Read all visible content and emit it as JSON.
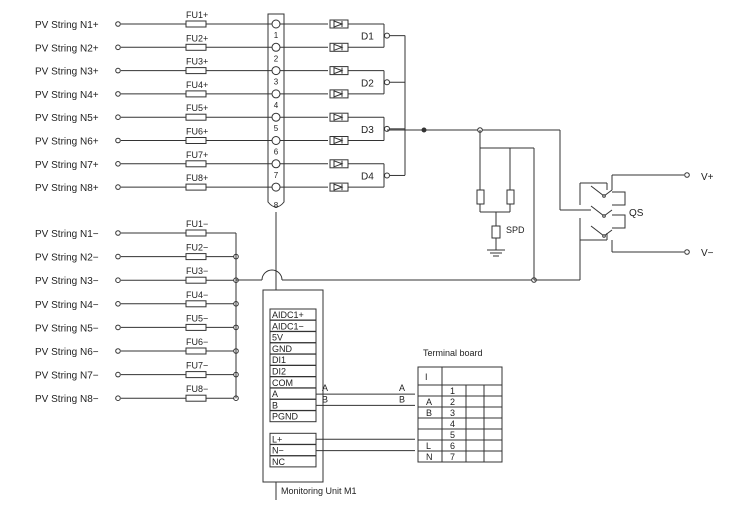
{
  "positive_inputs": [
    {
      "string": "PV String N1+",
      "fuse": "FU1+"
    },
    {
      "string": "PV String N2+",
      "fuse": "FU2+"
    },
    {
      "string": "PV String N3+",
      "fuse": "FU3+"
    },
    {
      "string": "PV String N4+",
      "fuse": "FU4+"
    },
    {
      "string": "PV String N5+",
      "fuse": "FU5+"
    },
    {
      "string": "PV String N6+",
      "fuse": "FU6+"
    },
    {
      "string": "PV String N7+",
      "fuse": "FU7+"
    },
    {
      "string": "PV String N8+",
      "fuse": "FU8+"
    }
  ],
  "negative_inputs": [
    {
      "string": "PV String N1−",
      "fuse": "FU1−"
    },
    {
      "string": "PV String N2−",
      "fuse": "FU2−"
    },
    {
      "string": "PV String N3−",
      "fuse": "FU3−"
    },
    {
      "string": "PV String N4−",
      "fuse": "FU4−"
    },
    {
      "string": "PV String N5−",
      "fuse": "FU5−"
    },
    {
      "string": "PV String N6−",
      "fuse": "FU6−"
    },
    {
      "string": "PV String N7−",
      "fuse": "FU7−"
    },
    {
      "string": "PV String N8−",
      "fuse": "FU8−"
    }
  ],
  "terminal_strip_numbers": [
    "1",
    "2",
    "3",
    "4",
    "5",
    "6",
    "7",
    "8"
  ],
  "diodes": [
    "D1",
    "D2",
    "D3",
    "D4"
  ],
  "spd_label": "SPD",
  "qs_label": "QS",
  "output_labels": {
    "positive": "V+",
    "negative": "V−"
  },
  "monitoring_unit": {
    "title": "Monitoring Unit M1",
    "terminals": [
      "AIDC1+",
      "AIDC1−",
      "5V",
      "GND",
      "DI1",
      "DI2",
      "COM",
      "A",
      "B",
      "PGND",
      "",
      "L+",
      "N−",
      "NC"
    ],
    "bus_labels": [
      "A",
      "B"
    ]
  },
  "terminal_board": {
    "title": "Terminal board",
    "header_cell": "I",
    "rows": [
      {
        "left": "",
        "num": "1"
      },
      {
        "left": "A",
        "num": "2"
      },
      {
        "left": "B",
        "num": "3"
      },
      {
        "left": "",
        "num": "4"
      },
      {
        "left": "",
        "num": "5"
      },
      {
        "left": "L",
        "num": "6"
      },
      {
        "left": "N",
        "num": "7"
      }
    ],
    "wire_labels": [
      "A",
      "B"
    ]
  }
}
